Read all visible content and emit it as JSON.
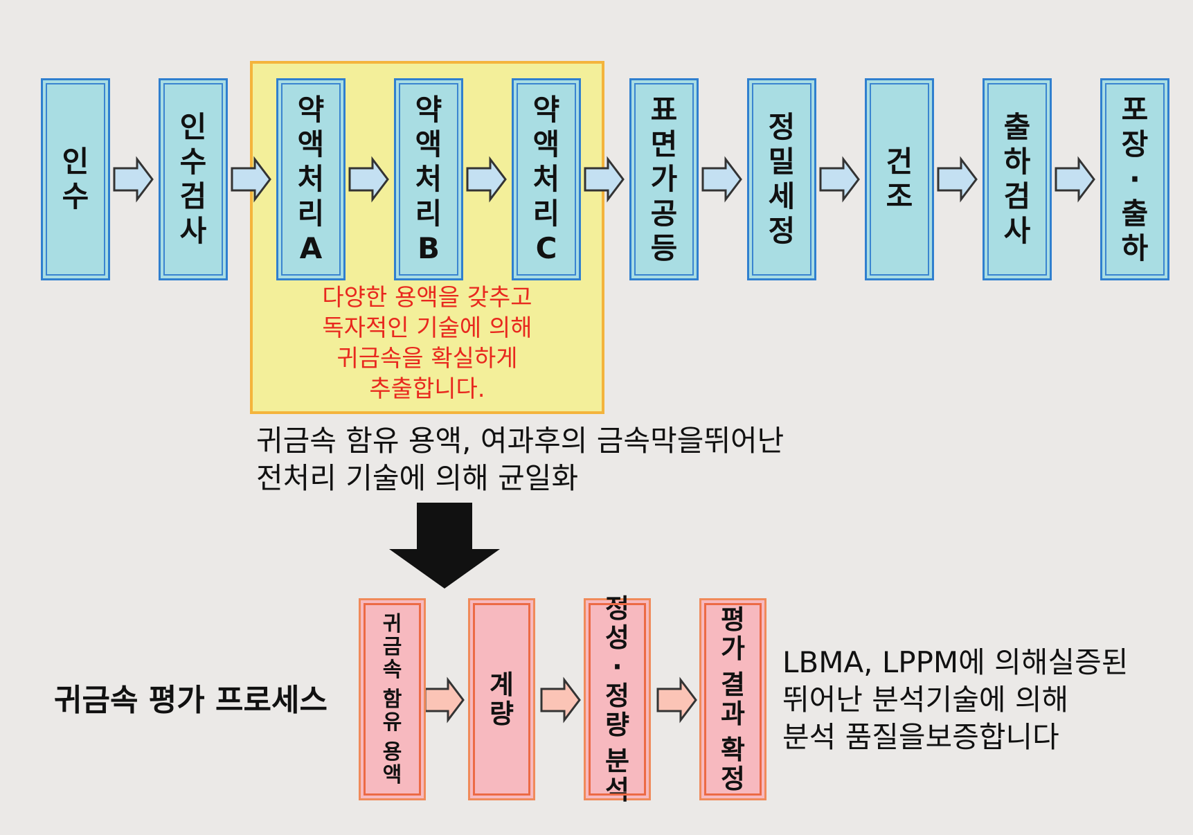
{
  "process": {
    "steps": [
      {
        "label": "인수"
      },
      {
        "label": "인수검사"
      },
      {
        "label": "약액처리A"
      },
      {
        "label": "약액처리B"
      },
      {
        "label": "약액처리C"
      },
      {
        "label": "표면가공등"
      },
      {
        "label": "정밀세정"
      },
      {
        "label": "건조"
      },
      {
        "label": "출하검사"
      },
      {
        "label": "포장·출하"
      }
    ]
  },
  "highlight_note": {
    "lines": [
      "다양한 용액을 갖추고",
      "독자적인 기술에 의해",
      "귀금속을 확실하게",
      "추출합니다."
    ]
  },
  "middle_caption": {
    "lines": [
      "귀금속 함유 용액, 여과후의 금속막을뛰어난",
      "전처리 기술에 의해 균일화"
    ]
  },
  "evaluation": {
    "title": "귀금속 평가 프로세스",
    "steps": [
      {
        "label": "귀금속 함유 용액"
      },
      {
        "label": "계량"
      },
      {
        "label": "정성·정량 분석"
      },
      {
        "label": "평가 결과 확정"
      }
    ],
    "note_lines": [
      "LBMA, LPPM에 의해실증된",
      "뛰어난 분석기술에 의해",
      "분석 품질을보증합니다"
    ]
  },
  "colors": {
    "process_fill": "#a9dde3",
    "process_border": "#2f7fcf",
    "highlight_fill": "#f3ef9a",
    "highlight_border": "#f4b43c",
    "note_text": "#e8281e",
    "eval_fill": "#f7b9bf",
    "eval_border": "#ec6a45"
  }
}
